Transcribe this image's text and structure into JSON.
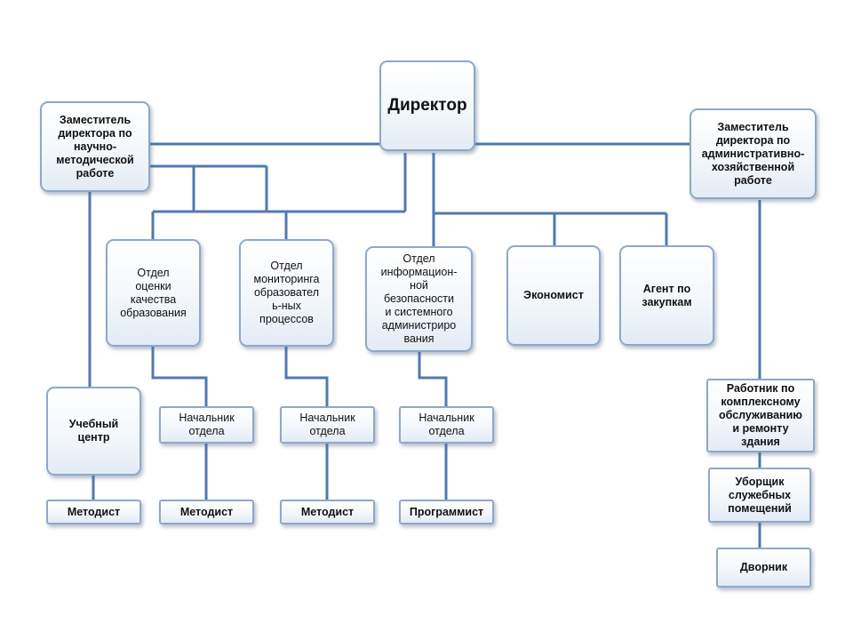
{
  "nodes": {
    "director": "Директор",
    "deputy_methodical": "Заместитель\nдиректора по\nнаучно-\nметодической\nработе",
    "deputy_admin": "Заместитель\nдиректора по\nадминистративно-\nхозяйственной\nработе",
    "dept_quality": "Отдел\nоценки\nкачества\nобразования",
    "dept_monitoring": "Отдел\nмониторинга\nобразовател\nь-ных\nпроцессов",
    "dept_it": "Отдел\nинформацион-\nной\nбезопасности\nи системного\nадминистриро\nвания",
    "economist": "Экономист",
    "procurement_agent": "Агент по\nзакупкам",
    "training_center": "Учебный\nцентр",
    "head_quality": "Начальник\nотдела",
    "head_monitoring": "Начальник\nотдела",
    "head_it": "Начальник\nотдела",
    "methodist_training": "Методист",
    "methodist_quality": "Методист",
    "methodist_monitoring": "Методист",
    "programmer": "Программист",
    "maintenance_worker": "Работник по\nкомплексному\nобслуживанию\nи ремонту\nздания",
    "cleaner": "Уборщик\nслужебных\nпомещений",
    "janitor": "Дворник"
  },
  "colors": {
    "connector": "#4f7ab0",
    "border": "#8ea8c8"
  }
}
